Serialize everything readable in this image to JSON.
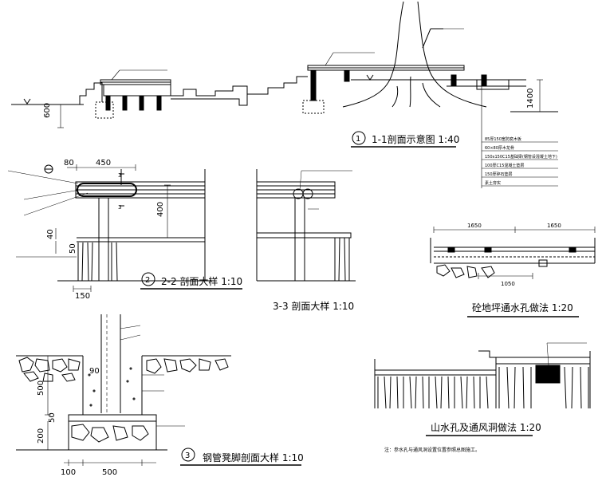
{
  "drawing": {
    "sec1": {
      "num": "1",
      "title": "1-1剖面示意图  1:40",
      "dim_600": "600",
      "dim_1400": "1400",
      "notes": [
        "85厚150宽防腐木板",
        "60×80厚木龙骨",
        "150x150C15基础梁(钢管设混凝土地下)",
        "100厚C15混凝土垫层",
        "150厚碎石垫层",
        "素土夯实"
      ]
    },
    "sec2": {
      "num": "2",
      "title": "2-2 剖面大样  1:10",
      "dim_80": "80",
      "dim_450": "450",
      "dim_400": "400",
      "dim_40": "40",
      "dim_50": "50",
      "dim_150": "150",
      "mark": "3"
    },
    "sec3": {
      "title": "3-3 剖面大样  1:10"
    },
    "sec4": {
      "num": "3",
      "title": "钢管凳脚剖面大样  1:10",
      "dim_500a": "500",
      "dim_200": "200",
      "dim_100": "100",
      "dim_500b": "500",
      "dim_90": "90",
      "dim_50": "50"
    },
    "sec5": {
      "title": "砼地坪通水孔做法  1:20",
      "dim_a": "1650",
      "dim_b": "1650",
      "dim_c": "1050"
    },
    "sec6": {
      "title": "山水孔及通风洞做法  1:20"
    },
    "footnote": "注：参水孔与通风洞设置位置参照总图施工。"
  }
}
